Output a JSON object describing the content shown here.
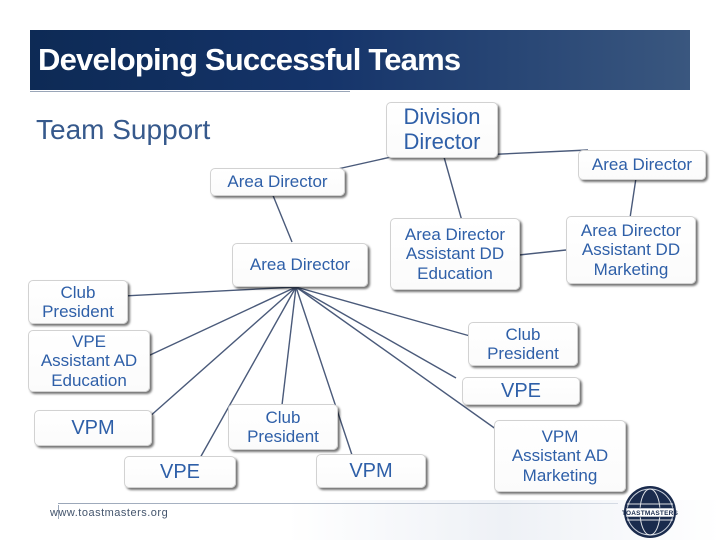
{
  "header": {
    "title": "Developing Successful Teams",
    "subtitle": "Team Support"
  },
  "org": {
    "division_director": "Division\nDirector",
    "area_director_top_right": "Area Director",
    "area_director_upper_left": "Area Director",
    "area_director_middle": "Area Director",
    "area_director_assistant_education": "Area Director\nAssistant DD\nEducation",
    "area_director_assistant_marketing": "Area Director\nAssistant DD\nMarketing",
    "club_president_left": "Club\nPresident",
    "vpe_assistant_ad_education": "VPE\nAssistant AD\nEducation",
    "club_president_right": "Club\nPresident",
    "vpe_right": "VPE",
    "vpm_left": "VPM",
    "club_president_center": "Club\nPresident",
    "vpe_bottom": "VPE",
    "vpm_bottom": "VPM",
    "vpm_assistant_ad_marketing": "VPM\nAssistant AD\nMarketing"
  },
  "footer": {
    "url": "www.toastmasters.org",
    "logo_text": "TOASTMASTERS"
  },
  "colors": {
    "title_bar": "#15346a",
    "subtitle": "#36598c",
    "box_text": "#2e5fa8",
    "connector": "#4a5a7a"
  }
}
